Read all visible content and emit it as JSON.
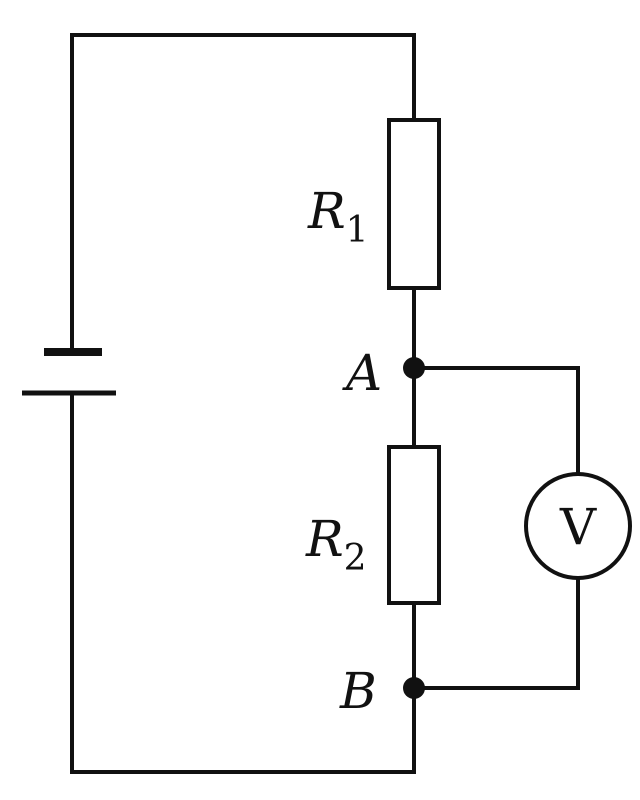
{
  "circuit": {
    "resistor_1": {
      "symbol": "R",
      "subscript": "1"
    },
    "resistor_2": {
      "symbol": "R",
      "subscript": "2"
    },
    "node_a": {
      "label": "A"
    },
    "node_b": {
      "label": "B"
    },
    "voltmeter": {
      "label": "V"
    },
    "colors": {
      "line": "#111111",
      "background": "#ffffff"
    }
  }
}
